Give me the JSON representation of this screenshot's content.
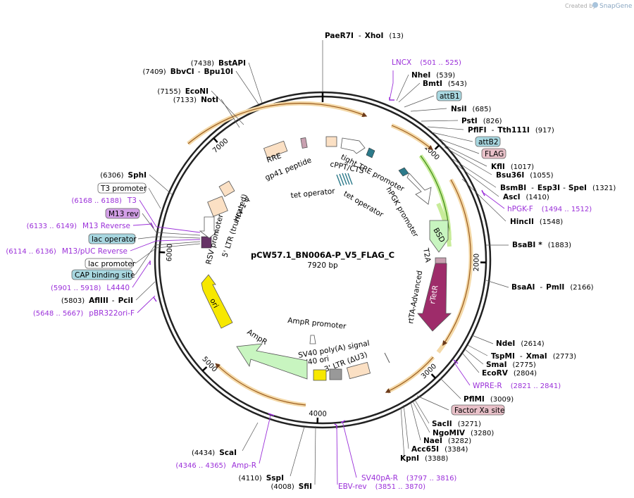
{
  "credit": {
    "prefix": "Created by",
    "brand": "SnapGene"
  },
  "plasmid": {
    "name": "pCW57.1_BN006A-P_V5_FLAG_C",
    "length": "7920 bp",
    "total_bp": 7920
  },
  "colors": {
    "backbone": "#222222",
    "orf_orange": "#e49b37",
    "orf_green": "#5fb52a",
    "rtTA": "#9e2c6a",
    "ori": "#f7e800",
    "ampR": "#c8f5c0",
    "primer": "#9b30d9",
    "blue_box": "#a8d7e0",
    "pink_box": "#e8c0c8",
    "purple_box": "#d4a0e8"
  },
  "ticks": [
    {
      "label": "1000",
      "bp": 1000
    },
    {
      "label": "2000",
      "bp": 2000
    },
    {
      "label": "3000",
      "bp": 3000
    },
    {
      "label": "4000",
      "bp": 4000
    },
    {
      "label": "5000",
      "bp": 5000
    },
    {
      "label": "6000",
      "bp": 6000
    },
    {
      "label": "7000",
      "bp": 7000
    }
  ],
  "enzymes": [
    {
      "name": "PaeR7I",
      "sep": "-",
      "name2": "XhoI",
      "pos": "(13)"
    },
    {
      "name": "NheI",
      "pos": "(539)"
    },
    {
      "name": "BmtI",
      "pos": "(543)"
    },
    {
      "name": "NsiI",
      "pos": "(685)"
    },
    {
      "name": "PstI",
      "pos": "(826)"
    },
    {
      "name": "PflFI",
      "sep": "-",
      "name2": "Tth111I",
      "pos": "(917)"
    },
    {
      "name": "KflI",
      "pos": "(1017)"
    },
    {
      "name": "Bsu36I",
      "pos": "(1055)"
    },
    {
      "name": "BsmBI",
      "sep": "-",
      "name2": "Esp3I",
      "sep2": "-",
      "name3": "SpeI",
      "pos": "(1321)"
    },
    {
      "name": "AscI",
      "pos": "(1410)"
    },
    {
      "name": "HincII",
      "pos": "(1548)"
    },
    {
      "name": "BsaBI",
      "star": "*",
      "pos": "(1883)"
    },
    {
      "name": "BsaAI",
      "sep": "-",
      "name2": "PmlI",
      "pos": "(2166)"
    },
    {
      "name": "NdeI",
      "pos": "(2614)"
    },
    {
      "name": "TspMI",
      "sep": "-",
      "name2": "XmaI",
      "pos": "(2773)"
    },
    {
      "name": "SmaI",
      "pos": "(2775)"
    },
    {
      "name": "EcoRV",
      "pos": "(2804)"
    },
    {
      "name": "PflMI",
      "pos": "(3009)"
    },
    {
      "name": "SacII",
      "pos": "(3271)"
    },
    {
      "name": "NgoMIV",
      "pos": "(3280)"
    },
    {
      "name": "NaeI",
      "pos": "(3282)"
    },
    {
      "name": "Acc65I",
      "pos": "(3384)"
    },
    {
      "name": "KpnI",
      "pos": "(3388)"
    },
    {
      "name": "SfiI",
      "pos": "(4008)"
    },
    {
      "name": "SspI",
      "pos": "(4110)"
    },
    {
      "name": "ScaI",
      "pos": "(4434)"
    },
    {
      "name": "AflIII",
      "sep": "-",
      "name2": "PciI",
      "pos": "(5803)"
    },
    {
      "name": "SphI",
      "pos": "(6306)"
    },
    {
      "name": "NotI",
      "pos": "(7133)"
    },
    {
      "name": "EcoNI",
      "pos": "(7155)"
    },
    {
      "name": "BbvCI",
      "sep": "-",
      "name2": "Bpu10I",
      "pos": "(7409)"
    },
    {
      "name": "BstAPI",
      "pos": "(7438)"
    }
  ],
  "primers": [
    {
      "name": "LNCX",
      "range": "(501 .. 525)"
    },
    {
      "name": "hPGK-F",
      "range": "(1494 .. 1512)"
    },
    {
      "name": "WPRE-R",
      "range": "(2821 .. 2841)"
    },
    {
      "name": "SV40pA-R",
      "range": "(3797 .. 3816)"
    },
    {
      "name": "EBV-rev",
      "range": "(3851 .. 3870)"
    },
    {
      "name": "Amp-R",
      "range": "(4346 .. 4365)"
    },
    {
      "name": "pBR322ori-F",
      "range": "(5648 .. 5667)"
    },
    {
      "name": "L4440",
      "range": "(5901 .. 5918)"
    },
    {
      "name": "M13/pUC Reverse",
      "range": "(6114 .. 6136)"
    },
    {
      "name": "M13 Reverse",
      "range": "(6133 .. 6149)"
    },
    {
      "name": "T3",
      "range": "(6168 .. 6188)"
    }
  ],
  "boxed": [
    {
      "name": "attB1",
      "style": "blue"
    },
    {
      "name": "attB2",
      "style": "blue"
    },
    {
      "name": "FLAG",
      "style": "pink"
    },
    {
      "name": "Factor Xa site",
      "style": "pink"
    },
    {
      "name": "T3 promoter",
      "style": "white"
    },
    {
      "name": "M13 rev",
      "style": "purple"
    },
    {
      "name": "lac operator",
      "style": "blue"
    },
    {
      "name": "lac promoter",
      "style": "white"
    },
    {
      "name": "CAP binding site",
      "style": "blue"
    }
  ],
  "features": [
    {
      "name": "tight TRE promoter"
    },
    {
      "name": "hPGK promoter"
    },
    {
      "name": "BSD"
    },
    {
      "name": "T2A"
    },
    {
      "name": "rtTA-Advanced"
    },
    {
      "name": "rTetR"
    },
    {
      "name": "tet operator"
    },
    {
      "name": "tet operator"
    },
    {
      "name": "cPPT/CTS"
    },
    {
      "name": "RRE"
    },
    {
      "name": "gp41 peptide"
    },
    {
      "name": "HIV-1 ψ"
    },
    {
      "name": "5' LTR (truncated)"
    },
    {
      "name": "RSV promoter"
    },
    {
      "name": "ori"
    },
    {
      "name": "AmpR"
    },
    {
      "name": "AmpR promoter"
    },
    {
      "name": "SV40 poly(A) signal"
    },
    {
      "name": "SV40 ori"
    },
    {
      "name": "3' LTR (ΔU3)"
    }
  ]
}
